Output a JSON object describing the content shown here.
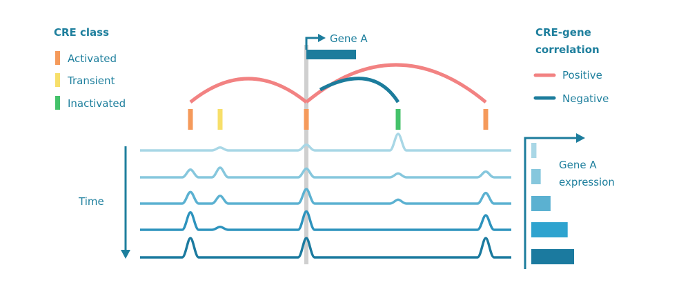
{
  "cre_class": {
    "title": "CRE class",
    "items": [
      {
        "label": "Activated",
        "color": "#f59a5b"
      },
      {
        "label": "Transient",
        "color": "#f7df6a"
      },
      {
        "label": "Inactivated",
        "color": "#44c26a"
      }
    ]
  },
  "correlation": {
    "title_line1": "CRE-gene",
    "title_line2": "correlation",
    "items": [
      {
        "label": "Positive",
        "color": "#f28282"
      },
      {
        "label": "Negative",
        "color": "#1c7c9c"
      }
    ]
  },
  "gene": {
    "label": "Gene A",
    "color": "#1c7c9c"
  },
  "time_label": "Time",
  "expression": {
    "label_line1": "Gene A",
    "label_line2": "expression",
    "levels": [
      0.12,
      0.22,
      0.45,
      0.85,
      1.0
    ]
  },
  "track_colors": [
    "#a9d7e6",
    "#86c7dd",
    "#5bb1d1",
    "#2d93bd",
    "#1b7a9f"
  ],
  "bar_colors": [
    "#a9d7e6",
    "#86c7dd",
    "#5bb1d1",
    "#2ea3cf",
    "#1b7a9f"
  ],
  "cre_marks": [
    {
      "class": "Activated"
    },
    {
      "class": "Transient"
    },
    {
      "class": "Activated"
    },
    {
      "class": "Inactivated"
    },
    {
      "class": "Activated"
    }
  ],
  "peak_heights": [
    [
      0,
      0.15,
      0.3,
      0,
      0
    ],
    [
      0.4,
      0.5,
      0.45,
      0.2,
      0.3
    ],
    [
      0.6,
      0.4,
      0.75,
      0.2,
      0.55
    ],
    [
      0.9,
      0.15,
      0.95,
      0,
      0.75
    ],
    [
      1.0,
      0,
      1.0,
      0,
      1.0
    ]
  ],
  "extra_peak_track0": 1.0
}
